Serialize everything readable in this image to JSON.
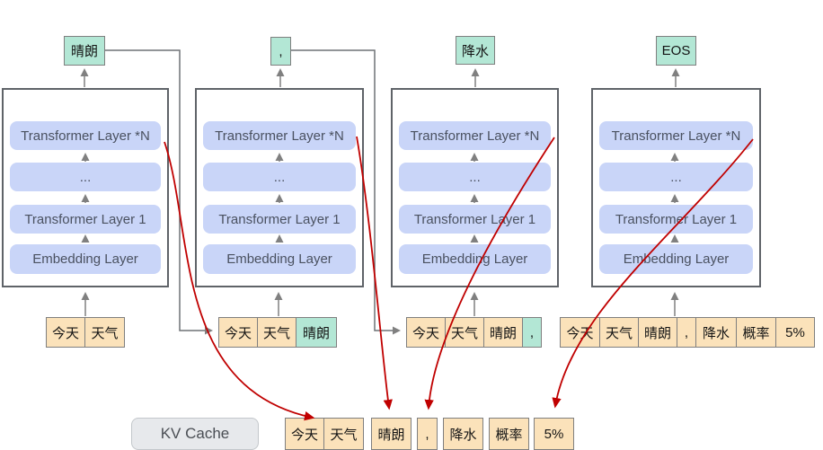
{
  "columns": [
    {
      "output_token": "晴朗",
      "layers": [
        "Transformer Layer *N",
        "...",
        "Transformer Layer 1",
        "Embedding Layer"
      ],
      "input_tokens": [
        "今天",
        "天气"
      ]
    },
    {
      "output_token": ",",
      "layers": [
        "Transformer Layer *N",
        "...",
        "Transformer Layer 1",
        "Embedding Layer"
      ],
      "input_tokens": [
        "今天",
        "天气",
        "晴朗"
      ]
    },
    {
      "output_token": "降水",
      "layers": [
        "Transformer Layer *N",
        "...",
        "Transformer Layer 1",
        "Embedding Layer"
      ],
      "input_tokens": [
        "今天",
        "天气",
        "晴朗",
        ","
      ]
    },
    {
      "output_token": "EOS",
      "layers": [
        "Transformer Layer *N",
        "...",
        "Transformer Layer 1",
        "Embedding Layer"
      ],
      "input_tokens": [
        "今天",
        "天气",
        "晴朗",
        ",",
        "降水",
        "概率",
        "5%"
      ]
    }
  ],
  "kv_cache": {
    "label": "KV Cache",
    "tokens": [
      "今天",
      "天气",
      "晴朗",
      ",",
      "降水",
      "概率",
      "5%"
    ]
  },
  "colors": {
    "layer_fill": "#c9d5f8",
    "token_orange": "#fbe2ba",
    "token_green": "#b3e7d5",
    "kv_fill": "#e7e9ec",
    "frame_border": "#5f6368",
    "arrow_gray": "#808080",
    "arrow_red": "#c00000"
  }
}
